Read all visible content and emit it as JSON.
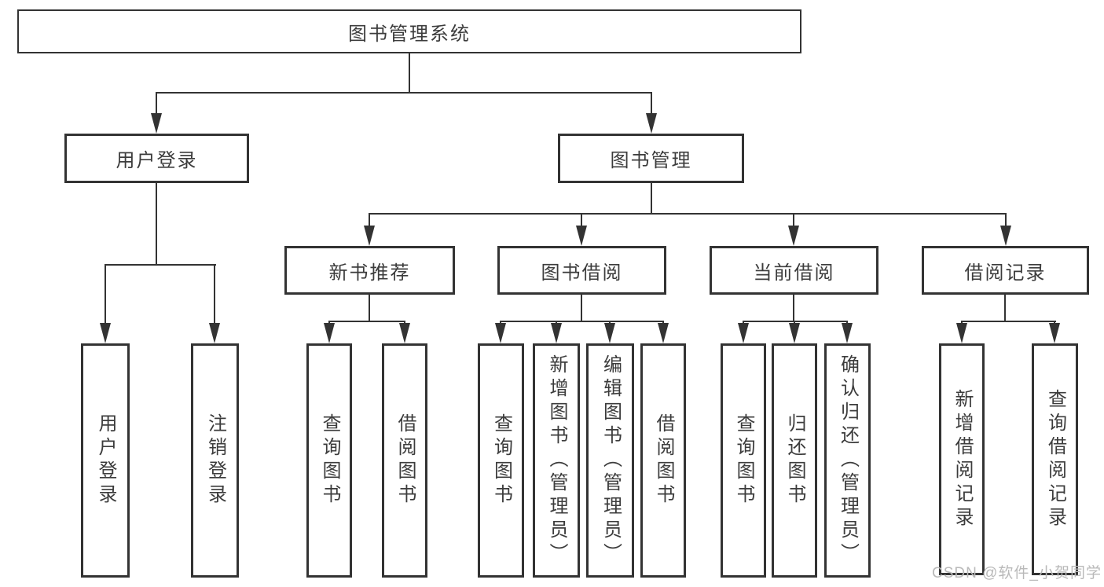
{
  "watermark": "CSDN @软件_小贺同学",
  "colors": {
    "line": "#333333",
    "box_border": "#333333",
    "text": "#3c3c3c",
    "background": "#ffffff",
    "watermark_text": "#b9b9b9"
  },
  "nodes": {
    "root": "图书管理系统",
    "branch_user_login": "用户登录",
    "branch_book_mgmt": "图书管理",
    "branch_new_book_rec": "新书推荐",
    "branch_book_borrow": "图书借阅",
    "branch_current_borrow": "当前借阅",
    "branch_borrow_record": "借阅记录",
    "leaf_user_login": "用户登录",
    "leaf_logout": "注销登录",
    "leaf_rec_query_book": "查询图书",
    "leaf_rec_borrow_book": "借阅图书",
    "leaf_borrow_query_book": "查询图书",
    "leaf_borrow_add_book": "新增图书（管理员）",
    "leaf_borrow_edit_book": "编辑图书（管理员）",
    "leaf_borrow_borrow_book": "借阅图书",
    "leaf_current_query_book": "查询图书",
    "leaf_current_return_book": "归还图书",
    "leaf_current_confirm_return": "确认归还（管理员）",
    "leaf_record_add_record": "新增借阅记录",
    "leaf_record_query_record": "查询借阅记录"
  },
  "structure": {
    "root_children": [
      "用户登录",
      "图书管理"
    ],
    "user_login_children": [
      "用户登录",
      "注销登录"
    ],
    "book_mgmt_children": [
      "新书推荐",
      "图书借阅",
      "当前借阅",
      "借阅记录"
    ],
    "new_book_rec_children": [
      "查询图书",
      "借阅图书"
    ],
    "book_borrow_children": [
      "查询图书",
      "新增图书（管理员）",
      "编辑图书（管理员）",
      "借阅图书"
    ],
    "current_borrow_children": [
      "查询图书",
      "归还图书",
      "确认归还（管理员）"
    ],
    "borrow_record_children": [
      "新增借阅记录",
      "查询借阅记录"
    ]
  }
}
